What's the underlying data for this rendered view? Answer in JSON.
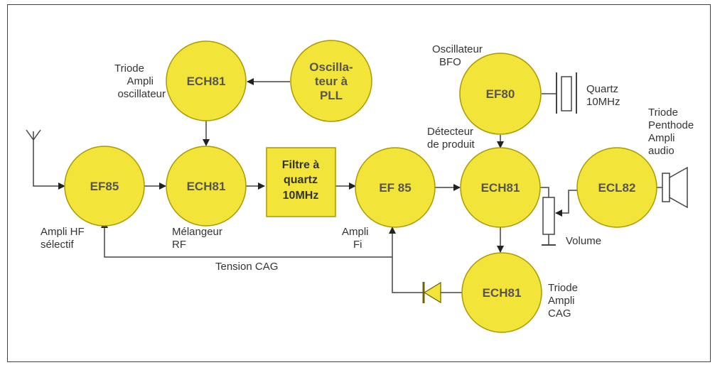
{
  "colors": {
    "node_fill": "#f3e43a",
    "node_stroke": "#a89a00",
    "wire": "#444444"
  },
  "icons": {
    "antenna": "antenna-icon",
    "quartz": "quartz-crystal-icon",
    "potentiometer": "potentiometer-icon",
    "speaker": "speaker-icon",
    "diode": "diode-icon"
  },
  "nodes": {
    "ef85_hf": "EF85",
    "ech81_osc": "ECH81",
    "ech81_mix": "ECH81",
    "pll": [
      "Oscilla-",
      "teur à",
      "PLL"
    ],
    "filter": [
      "Filtre à",
      "quartz",
      "10MHz"
    ],
    "ef85_fi": "EF 85",
    "ef80": "EF80",
    "ech81_det": "ECH81",
    "ech81_cag": "ECH81",
    "ecl82": "ECL82"
  },
  "labels": {
    "triode_osc": [
      "Triode",
      "Ampli",
      "oscillateur"
    ],
    "osc_bfo": [
      "Oscillateur",
      "BFO"
    ],
    "quartz": [
      "Quartz",
      "10MHz"
    ],
    "triode_audio": [
      "Triode",
      "Penthode",
      "Ampli",
      "audio"
    ],
    "detecteur": [
      "Détecteur",
      "de produit"
    ],
    "ampli_hf": [
      "Ampli HF",
      "sélectif"
    ],
    "melangeur": [
      "Mélangeur",
      "RF"
    ],
    "ampli_fi": [
      "Ampli",
      "Fi"
    ],
    "volume": "Volume",
    "tension_cag": "Tension CAG",
    "triode_cag": [
      "Triode",
      "Ampli",
      "CAG"
    ]
  }
}
